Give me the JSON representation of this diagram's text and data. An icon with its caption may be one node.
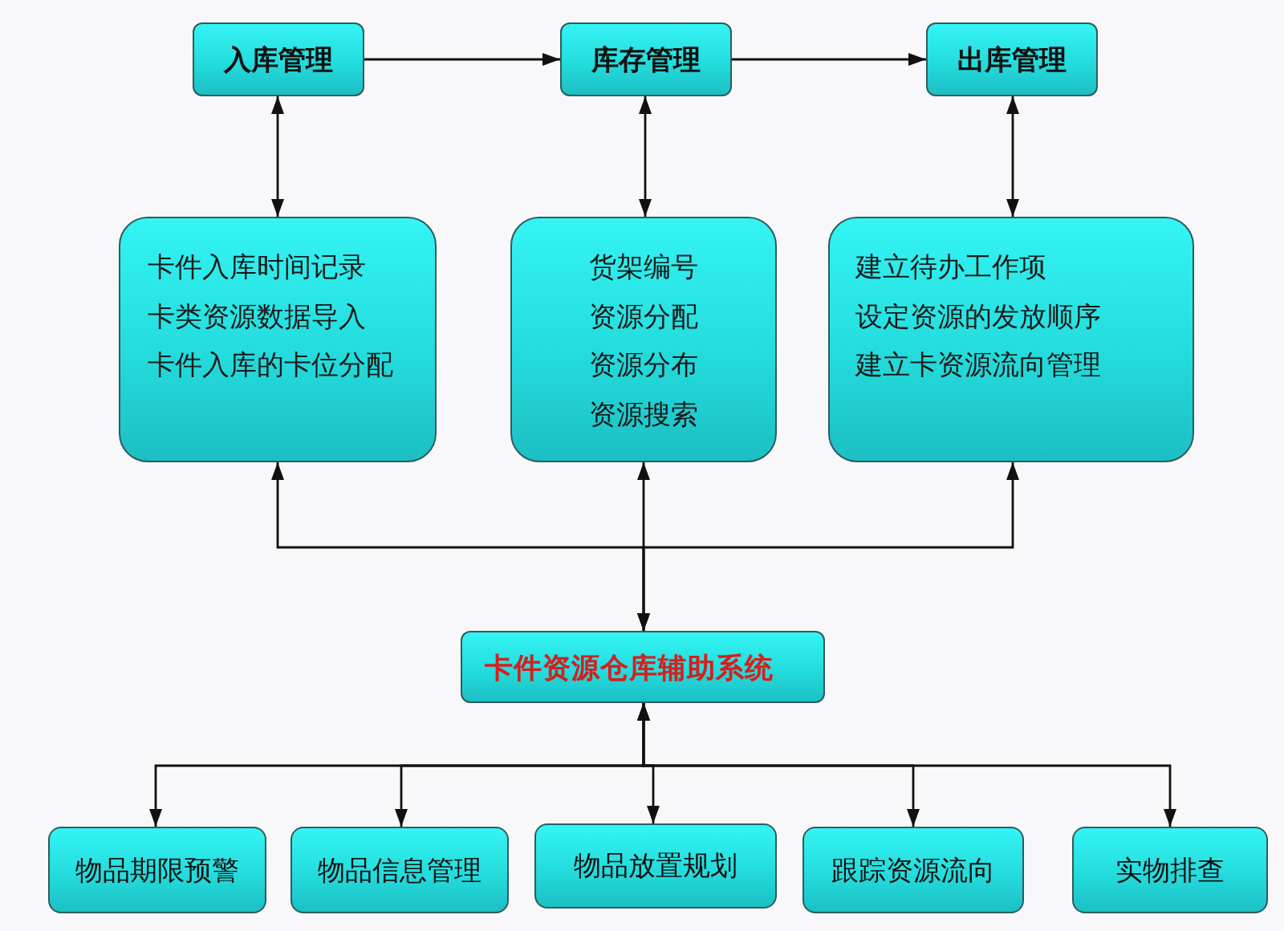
{
  "diagram": {
    "nodes": [
      {
        "text": [
          "入库管理"
        ]
      },
      {
        "text": [
          "库存管理"
        ]
      },
      {
        "text": [
          "出库管理"
        ]
      },
      {
        "text": [
          "卡件入库时间记录",
          "卡类资源数据导入",
          "卡件入库的卡位分配"
        ]
      },
      {
        "text": [
          "货架编号",
          "资源分配",
          "资源分布",
          "资源搜索"
        ]
      },
      {
        "text": [
          "建立待办工作项",
          "设定资源的发放顺序",
          "建立卡资源流向管理"
        ]
      },
      {
        "text": [
          "卡件资源仓库辅助系统"
        ]
      },
      {
        "text": [
          "物品期限预警"
        ]
      },
      {
        "text": [
          "物品信息管理"
        ]
      },
      {
        "text": [
          "物品放置规划"
        ]
      },
      {
        "text": [
          "跟踪资源流向"
        ]
      },
      {
        "text": [
          "实物排查"
        ]
      }
    ],
    "edges": [
      {
        "from": 0,
        "to": 1,
        "arrow": "to"
      },
      {
        "from": 1,
        "to": 2,
        "arrow": "to"
      },
      {
        "from": 0,
        "to": 3,
        "arrow": "both"
      },
      {
        "from": 1,
        "to": 4,
        "arrow": "both"
      },
      {
        "from": 2,
        "to": 5,
        "arrow": "both"
      },
      {
        "from": 6,
        "to": 3,
        "arrow": "both"
      },
      {
        "from": 6,
        "to": 4,
        "arrow": "both"
      },
      {
        "from": 6,
        "to": 5,
        "arrow": "both"
      },
      {
        "from": 6,
        "to": 7,
        "arrow": "both"
      },
      {
        "from": 6,
        "to": 8,
        "arrow": "both"
      },
      {
        "from": 6,
        "to": 9,
        "arrow": "both"
      },
      {
        "from": 6,
        "to": 10,
        "arrow": "both"
      },
      {
        "from": 6,
        "to": 11,
        "arrow": "both"
      }
    ]
  }
}
